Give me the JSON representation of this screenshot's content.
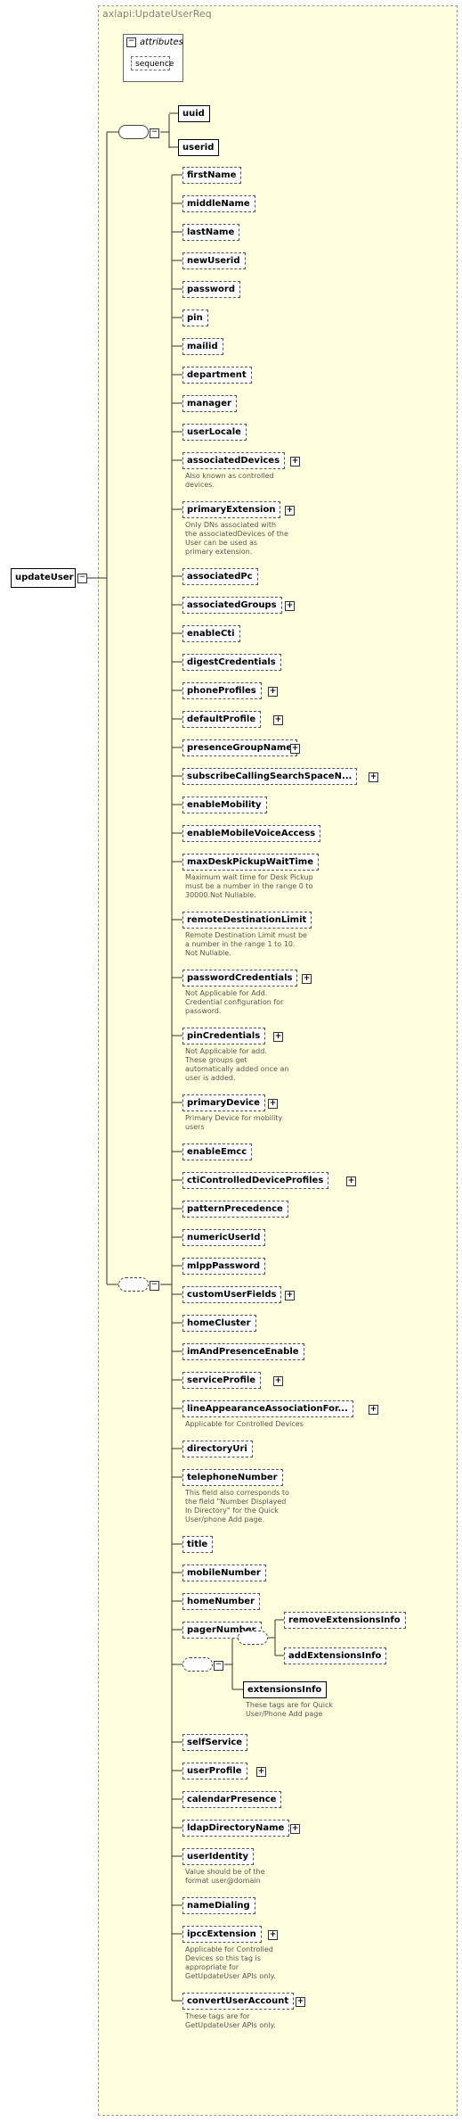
{
  "complex_type": {
    "title": "axlapi:UpdateUserReq"
  },
  "attributes": {
    "label": "attributes",
    "items": [
      "sequence"
    ]
  },
  "root": {
    "label": "updateUser"
  },
  "choice_top": [
    {
      "label": "uuid"
    },
    {
      "label": "userid"
    }
  ],
  "elements": [
    {
      "label": "firstName"
    },
    {
      "label": "middleName"
    },
    {
      "label": "lastName"
    },
    {
      "label": "newUserid"
    },
    {
      "label": "password"
    },
    {
      "label": "pin"
    },
    {
      "label": "mailid"
    },
    {
      "label": "department"
    },
    {
      "label": "manager"
    },
    {
      "label": "userLocale"
    },
    {
      "label": "associatedDevices",
      "expand": true,
      "note": [
        "Also known as controlled",
        "devices."
      ]
    },
    {
      "label": "primaryExtension",
      "expand": true,
      "note": [
        "Only DNs associated with",
        "the associatedDevices of the",
        " User can be used as",
        "primary extension."
      ]
    },
    {
      "label": "associatedPc"
    },
    {
      "label": "associatedGroups",
      "expand": true
    },
    {
      "label": "enableCti"
    },
    {
      "label": "digestCredentials"
    },
    {
      "label": "phoneProfiles",
      "expand": true
    },
    {
      "label": "defaultProfile",
      "expand": true
    },
    {
      "label": "presenceGroupName",
      "expand": true
    },
    {
      "label": "subscribeCallingSearchSpaceN...",
      "expand": true
    },
    {
      "label": "enableMobility"
    },
    {
      "label": "enableMobileVoiceAccess"
    },
    {
      "label": "maxDeskPickupWaitTime",
      "note": [
        "Maximum wait time for Desk Pickup",
        "must be a number in the range 0 to",
        "30000.Not Nullable."
      ]
    },
    {
      "label": "remoteDestinationLimit",
      "note": [
        "Remote Destination Limit must be",
        "a number in the range 1 to 10.",
        "Not Nullable."
      ]
    },
    {
      "label": "passwordCredentials",
      "expand": true,
      "note": [
        "Not Applicable for Add.",
        "Credential configuration for",
        "password."
      ]
    },
    {
      "label": "pinCredentials",
      "expand": true,
      "note": [
        "Not Applicable for add.",
        "These groups get",
        "automatically added once an",
        "user is added."
      ]
    },
    {
      "label": "primaryDevice",
      "expand": true,
      "note": [
        "Primary Device for mobility",
        "users"
      ]
    },
    {
      "label": "enableEmcc"
    },
    {
      "label": "ctiControlledDeviceProfiles",
      "expand": true
    },
    {
      "label": "patternPrecedence"
    },
    {
      "label": "numericUserId"
    },
    {
      "label": "mlppPassword"
    },
    {
      "label": "customUserFields",
      "expand": true
    },
    {
      "label": "homeCluster"
    },
    {
      "label": "imAndPresenceEnable"
    },
    {
      "label": "serviceProfile",
      "expand": true
    },
    {
      "label": "lineAppearanceAssociationFor...",
      "expand": true,
      "note": [
        "Applicable for Controlled Devices"
      ]
    },
    {
      "label": "directoryUri"
    },
    {
      "label": "telephoneNumber",
      "note": [
        "This field also corresponds to",
        "the field \"Number Displayed",
        "In Directory\" for the Quick",
        "User/phone Add page."
      ]
    },
    {
      "label": "title"
    },
    {
      "label": "mobileNumber"
    },
    {
      "label": "homeNumber"
    },
    {
      "label": "pagerNumber"
    }
  ],
  "choice_ext": {
    "items": [
      {
        "label": "removeExtensionsInfo"
      },
      {
        "label": "addExtensionsInfo"
      }
    ],
    "alt": {
      "label": "extensionsInfo",
      "note": [
        "These tags are for Quick",
        "User/Phone Add page"
      ]
    }
  },
  "elements_tail": [
    {
      "label": "selfService"
    },
    {
      "label": "userProfile",
      "expand": true
    },
    {
      "label": "calendarPresence"
    },
    {
      "label": "ldapDirectoryName",
      "expand": true
    },
    {
      "label": "userIdentity",
      "note": [
        "Value should be of the",
        "format user@domain"
      ]
    },
    {
      "label": "nameDialing"
    },
    {
      "label": "ipccExtension",
      "expand": true,
      "note": [
        "Applicable for Controlled",
        "Devices so this tag is",
        "appropriate for",
        "GetUpdateUser APIs only."
      ]
    },
    {
      "label": "convertUserAccount",
      "expand": true,
      "note": [
        "These tags are for",
        "GetUpdateUser APIs only."
      ]
    }
  ]
}
